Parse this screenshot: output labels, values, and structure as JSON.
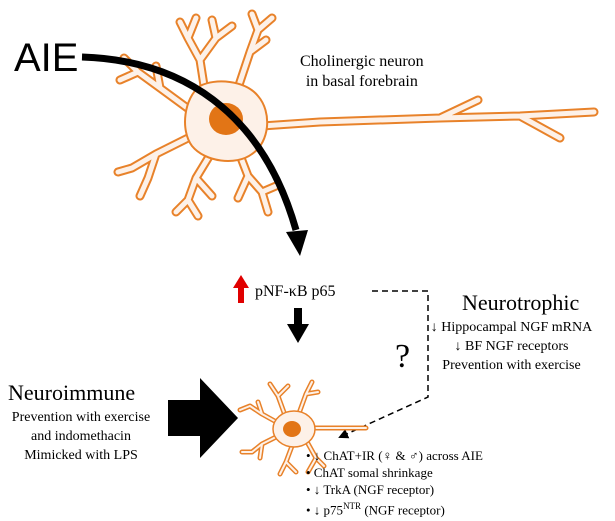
{
  "labels": {
    "aie": "AIE",
    "neuron_line1": "Cholinergic neuron",
    "neuron_line2": "in basal forebrain",
    "pnf": "pNF-κB p65",
    "question": "?"
  },
  "neurotrophic": {
    "title": "Neurotrophic",
    "lines": [
      "↓ Hippocampal NGF mRNA",
      "↓ BF NGF receptors",
      "Prevention with exercise"
    ]
  },
  "neuroimmune": {
    "title": "Neuroimmune",
    "lines": [
      "Prevention with exercise",
      "and indomethacin",
      "Mimicked with LPS"
    ]
  },
  "findings": {
    "line1": "• ↓ ChAT+IR (♀ & ♂) across AIE",
    "line2": "• ChAT somal shrinkage",
    "line3": "• ↓ TrkA (NGF receptor)",
    "line4_prefix": "• ↓ p75",
    "line4_sup": "NTR",
    "line4_suffix": " (NGF receptor)"
  },
  "colors": {
    "neuron_fill": "#fdf1e8",
    "neuron_stroke": "#e8822a",
    "nucleus": "#e27516",
    "up_arrow": "#e00000",
    "arrow": "#000000"
  }
}
